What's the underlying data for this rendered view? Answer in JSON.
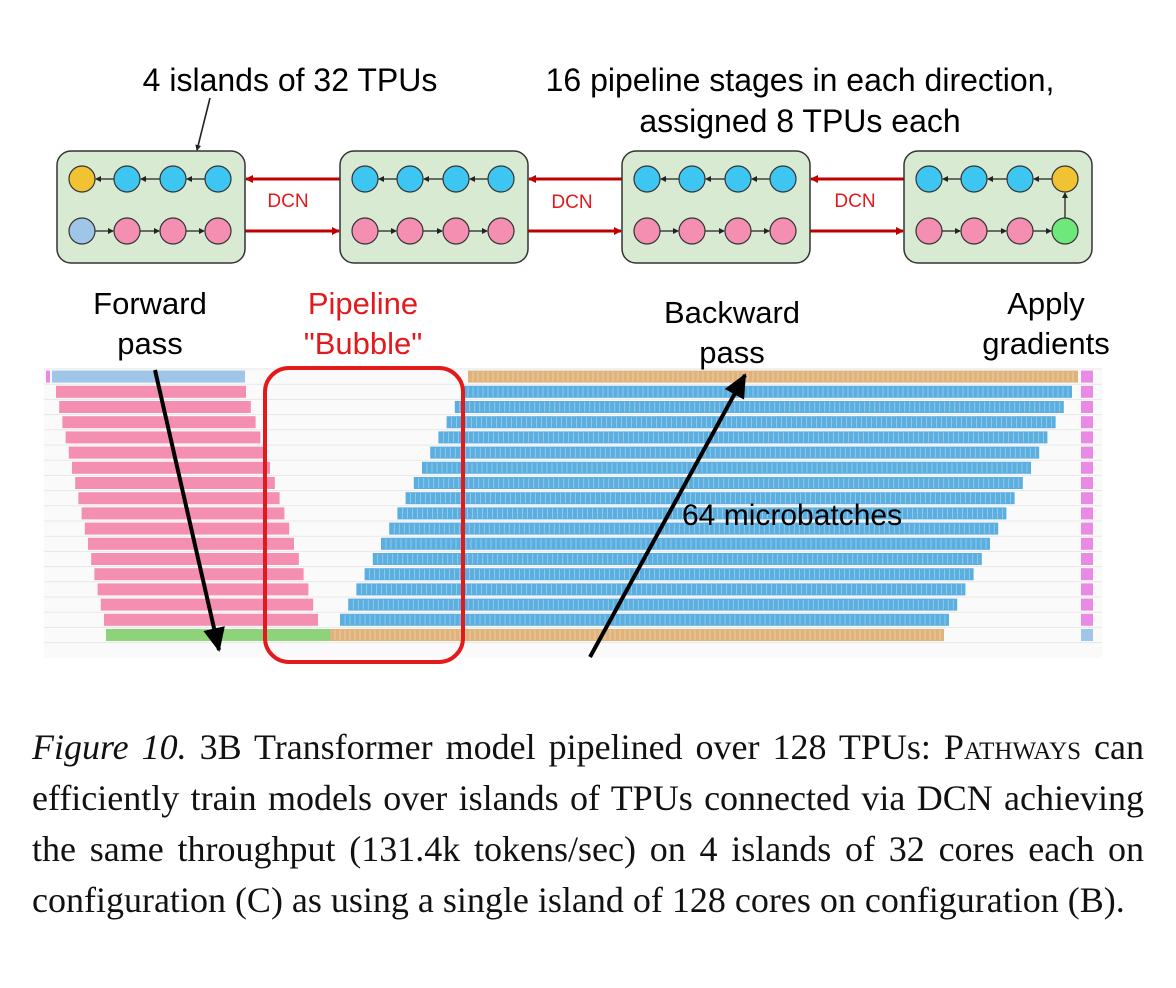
{
  "figure": {
    "diagram": {
      "islands_label": "4 islands of 32 TPUs",
      "stages_label_line1": "16 pipeline stages in each direction,",
      "stages_label_line2": "assigned 8 TPUs each",
      "link_label": "DCN",
      "colors": {
        "island_fill": "#d9ead3",
        "island_stroke": "#333333",
        "backward_node": "#3ec6f2",
        "forward_node": "#f48fb1",
        "input_node": "#9fc5e8",
        "output_node": "#f1c232",
        "apply_node": "#6ee87a",
        "link": "#c00000"
      }
    },
    "trace": {
      "forward_label_line1": "Forward",
      "forward_label_line2": "pass",
      "bubble_label_line1": "Pipeline",
      "bubble_label_line2": "\"Bubble\"",
      "backward_label_line1": "Backward",
      "backward_label_line2": "pass",
      "apply_label_line1": "Apply",
      "apply_label_line2": "gradients",
      "microbatches_label": "64 microbatches",
      "colors": {
        "forward": "#f48fb1",
        "backward": "#5aaee0",
        "gradient": "#e0b37a",
        "loss": "#8ed37a",
        "apply": "#e98be6",
        "bubble_box": "#e31a1c"
      }
    },
    "caption": {
      "figure_number": "Figure 10.",
      "text_part1": " 3B Transformer model pipelined over 128 TPUs: ",
      "pathways": "Pathways",
      "text_part2": " can efficiently train models over islands of TPUs connected via DCN achieving the same throughput (131.4k tokens/sec) on 4 islands of 32 cores each on configuration (C) as using a single island of 128 cores on configuration (B)."
    }
  }
}
